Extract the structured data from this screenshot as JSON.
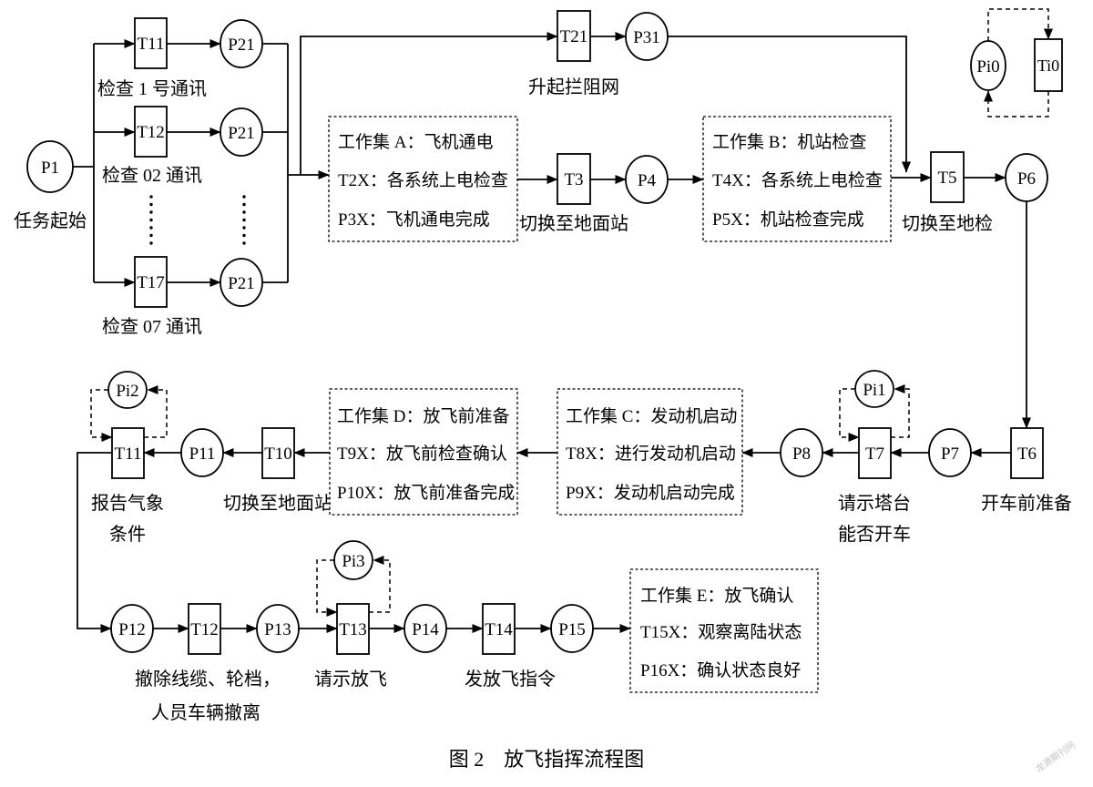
{
  "figure": {
    "caption": "图 2　放飞指挥流程图",
    "watermark": "龙源期刊网"
  },
  "places": {
    "p1": "P1",
    "p21_1": "P21",
    "p21_2": "P21",
    "p21_3": "P21",
    "p31": "P31",
    "p4": "P4",
    "p6": "P6",
    "pi0": "Pi0",
    "p7": "P7",
    "pi1": "Pi1",
    "p8": "P8",
    "p11": "P11",
    "pi2": "Pi2",
    "p12": "P12",
    "p13": "P13",
    "pi3": "Pi3",
    "p14": "P14",
    "p15": "P15"
  },
  "transitions": {
    "t11_top": "T11",
    "t12_top": "T12",
    "t17": "T17",
    "t21": "T21",
    "t3": "T3",
    "t5": "T5",
    "ti0": "Ti0",
    "t6": "T6",
    "t7": "T7",
    "t10": "T10",
    "t11_mid": "T11",
    "t12_bot": "T12",
    "t13": "T13",
    "t14": "T14"
  },
  "labels": {
    "p1": "任务起始",
    "t11_top": "检查 1 号通讯",
    "t12_top": "检查 02 通讯",
    "t17": "检查 07 通讯",
    "t21": "升起拦阻网",
    "t3": "切换至地面站",
    "t5": "切换至地检",
    "t6": "开车前准备",
    "t7": [
      "请示塔台",
      "能否开车"
    ],
    "t10": "切换至地面站",
    "t11_mid": [
      "报告气象",
      "条件"
    ],
    "t12_bot": [
      "撤除线缆、轮档，",
      "人员车辆撤离"
    ],
    "t13": "请示放飞",
    "t14": "发放飞指令"
  },
  "work_sets": {
    "a": {
      "title": "工作集 A：飞机通电",
      "task": "T2X：各系统上电检查",
      "result": "P3X：飞机通电完成"
    },
    "b": {
      "title": "工作集 B：机站检查",
      "task": "T4X：各系统上电检查",
      "result": "P5X：机站检查完成"
    },
    "c": {
      "title": "工作集 C：发动机启动",
      "task": "T8X：进行发动机启动",
      "result": "P9X：发动机启动完成"
    },
    "d": {
      "title": "工作集 D：放飞前准备",
      "task": "T9X：放飞前检查确认",
      "result": "P10X：放飞前准备完成"
    },
    "e": {
      "title": "工作集 E：放飞确认",
      "task": "T15X：观察离陆状态",
      "result": "P16X：确认状态良好"
    }
  }
}
